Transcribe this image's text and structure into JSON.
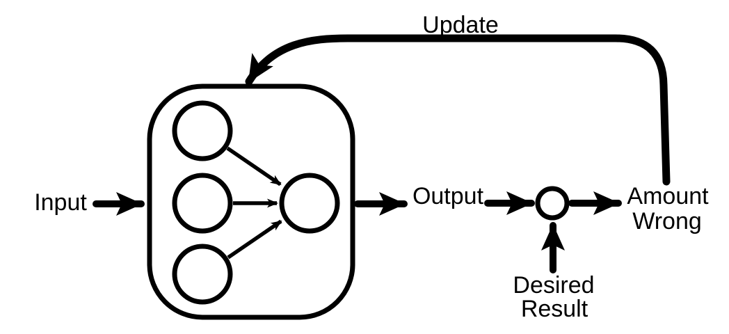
{
  "diagram": {
    "background_color": "#ffffff",
    "stroke_color": "#000000",
    "labels": {
      "input": "Input",
      "output": "Output",
      "update": "Update",
      "amount_wrong": [
        "Amount",
        "Wrong"
      ],
      "desired_result": [
        "Desired",
        "Result"
      ]
    },
    "network_box": {
      "input_nodes": 3,
      "output_nodes": 1,
      "connections": 3
    }
  }
}
